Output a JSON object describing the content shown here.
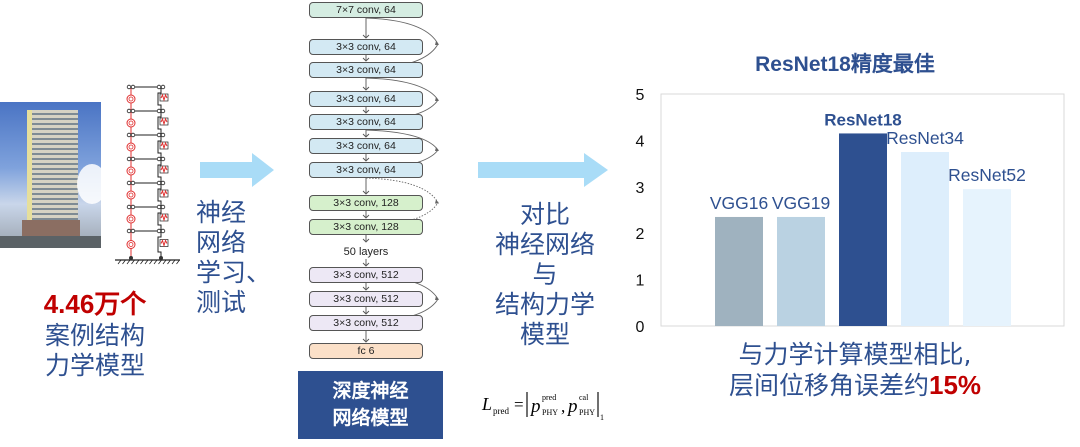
{
  "left_panel": {
    "photo_label": "high-rise building photo",
    "count": "4.46万个",
    "caption_lines": [
      "案例结构",
      "力学模型"
    ]
  },
  "arrows": {
    "first_text_lines": [
      "神经",
      "网络",
      "学习、",
      "测试"
    ],
    "second_text_lines": [
      "对比",
      "神经网络",
      "与",
      "结构力学",
      "模型"
    ]
  },
  "network": {
    "layers": [
      {
        "label": "7×7 conv, 64",
        "group": "l7"
      },
      {
        "label": "3×3 conv, 64",
        "group": "l64"
      },
      {
        "label": "3×3 conv, 64",
        "group": "l64"
      },
      {
        "label": "3×3 conv, 64",
        "group": "l64"
      },
      {
        "label": "3×3 conv, 64",
        "group": "l64"
      },
      {
        "label": "3×3 conv, 64",
        "group": "l64"
      },
      {
        "label": "3×3 conv, 64",
        "group": "l64"
      },
      {
        "label": "3×3 conv, 128",
        "group": "l128"
      },
      {
        "label": "3×3 conv, 128",
        "group": "l128"
      },
      {
        "label": "3×3 conv, 512",
        "group": "l512"
      },
      {
        "label": "3×3 conv, 512",
        "group": "l512"
      },
      {
        "label": "3×3 conv, 512",
        "group": "l512"
      },
      {
        "label": "fc 6",
        "group": "lfc"
      }
    ],
    "middle_label": "50 layers",
    "title_lines": [
      "深度神经",
      "网络模型"
    ]
  },
  "formula": {
    "lhs": "L",
    "lhs_sub": "pred",
    "p1_sup": "pred",
    "p1_sub": "PHY",
    "p2_sup": "cal",
    "p2_sub": "PHY",
    "norm_sub": "1"
  },
  "chart_data": {
    "type": "bar",
    "title": "ResNet18精度最佳",
    "categories": [
      "VGG16",
      "VGG19",
      "ResNet18",
      "ResNet34",
      "ResNet52"
    ],
    "values": [
      2.35,
      2.35,
      4.15,
      3.75,
      2.95
    ],
    "highlight": "ResNet18",
    "colors": [
      "#9fb2bf",
      "#bad2e2",
      "#2e5090",
      "#ddeefc",
      "#e6f3fd"
    ],
    "label_color": "#2e5090",
    "ylim": [
      0,
      5
    ],
    "yticks": [
      0,
      1,
      2,
      3,
      4,
      5
    ],
    "xlabel": "",
    "ylabel": "",
    "grid": false,
    "legend": "none"
  },
  "result": {
    "line1": "与力学计算模型相比,",
    "line2_text": "层间位移角误差约",
    "line2_pct": "15%"
  },
  "colors": {
    "accent_blue": "#2e5090",
    "accent_red": "#c00000",
    "arrow_blue": "#a9dcf7"
  }
}
